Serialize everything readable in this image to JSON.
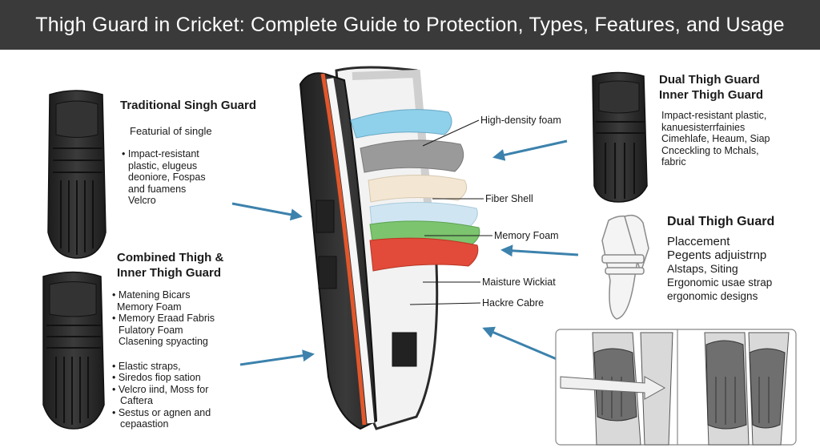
{
  "header": {
    "title": "Thigh Guard in Cricket: Complete Guide to Protection, Types, Features, and Usage"
  },
  "traditional": {
    "title": "Traditional Singh Guard",
    "subtitle": "Featurial of single",
    "items": [
      "• Impact-resistant",
      "plastic, elugeus",
      "deoniore, Fospas",
      "and fuamens",
      "Velcro"
    ]
  },
  "combined": {
    "title_line1": "Combined Thigh &",
    "title_line2": "Inner Thigh Guard",
    "items": [
      "• Matening Bicars",
      "Memory Foam",
      "• Memory Eraad Fabris",
      "Fulatory Foam",
      "Clasening spyacting",
      "• Elastic straps,",
      "• Siredos fiop sation",
      "• Velcro iind, Moss for",
      "Caftera",
      "• Sestus or agnen and",
      "cepaastion"
    ]
  },
  "layers": {
    "l1": "High-density foam",
    "l2": "Fiber Shell",
    "l3": "Memory Foam",
    "l4": "Maisture Wickiat",
    "l5": "Hackre Cabre"
  },
  "dual": {
    "title_line1": "Dual Thigh Guard",
    "title_line2": "Inner Thigh Guard",
    "items": [
      "Impact-resistant plastic,",
      "kanuesisterrfainies",
      "Cimehlafe, Heaum, Siap",
      "Cnceckling to Mchals,",
      "fabric"
    ]
  },
  "dual2": {
    "title": "Dual Thigh Guard",
    "items": [
      "Placcement",
      "Pegents adjuistrnp",
      "Alstaps, Siting",
      "Ergonomic usae strap",
      "ergonomic designs"
    ]
  },
  "colors": {
    "banner": "#3a3a3a",
    "arrow": "#3c82ad",
    "shell": "#2a2a2a",
    "accent": "#e2572b",
    "foam_blue": "#8fd0ea",
    "foam_gray": "#9a9a9a",
    "foam_cream": "#f3e7d3",
    "foam_light": "#cfe6f2",
    "foam_green": "#7cc46e",
    "foam_red": "#e24b39"
  }
}
